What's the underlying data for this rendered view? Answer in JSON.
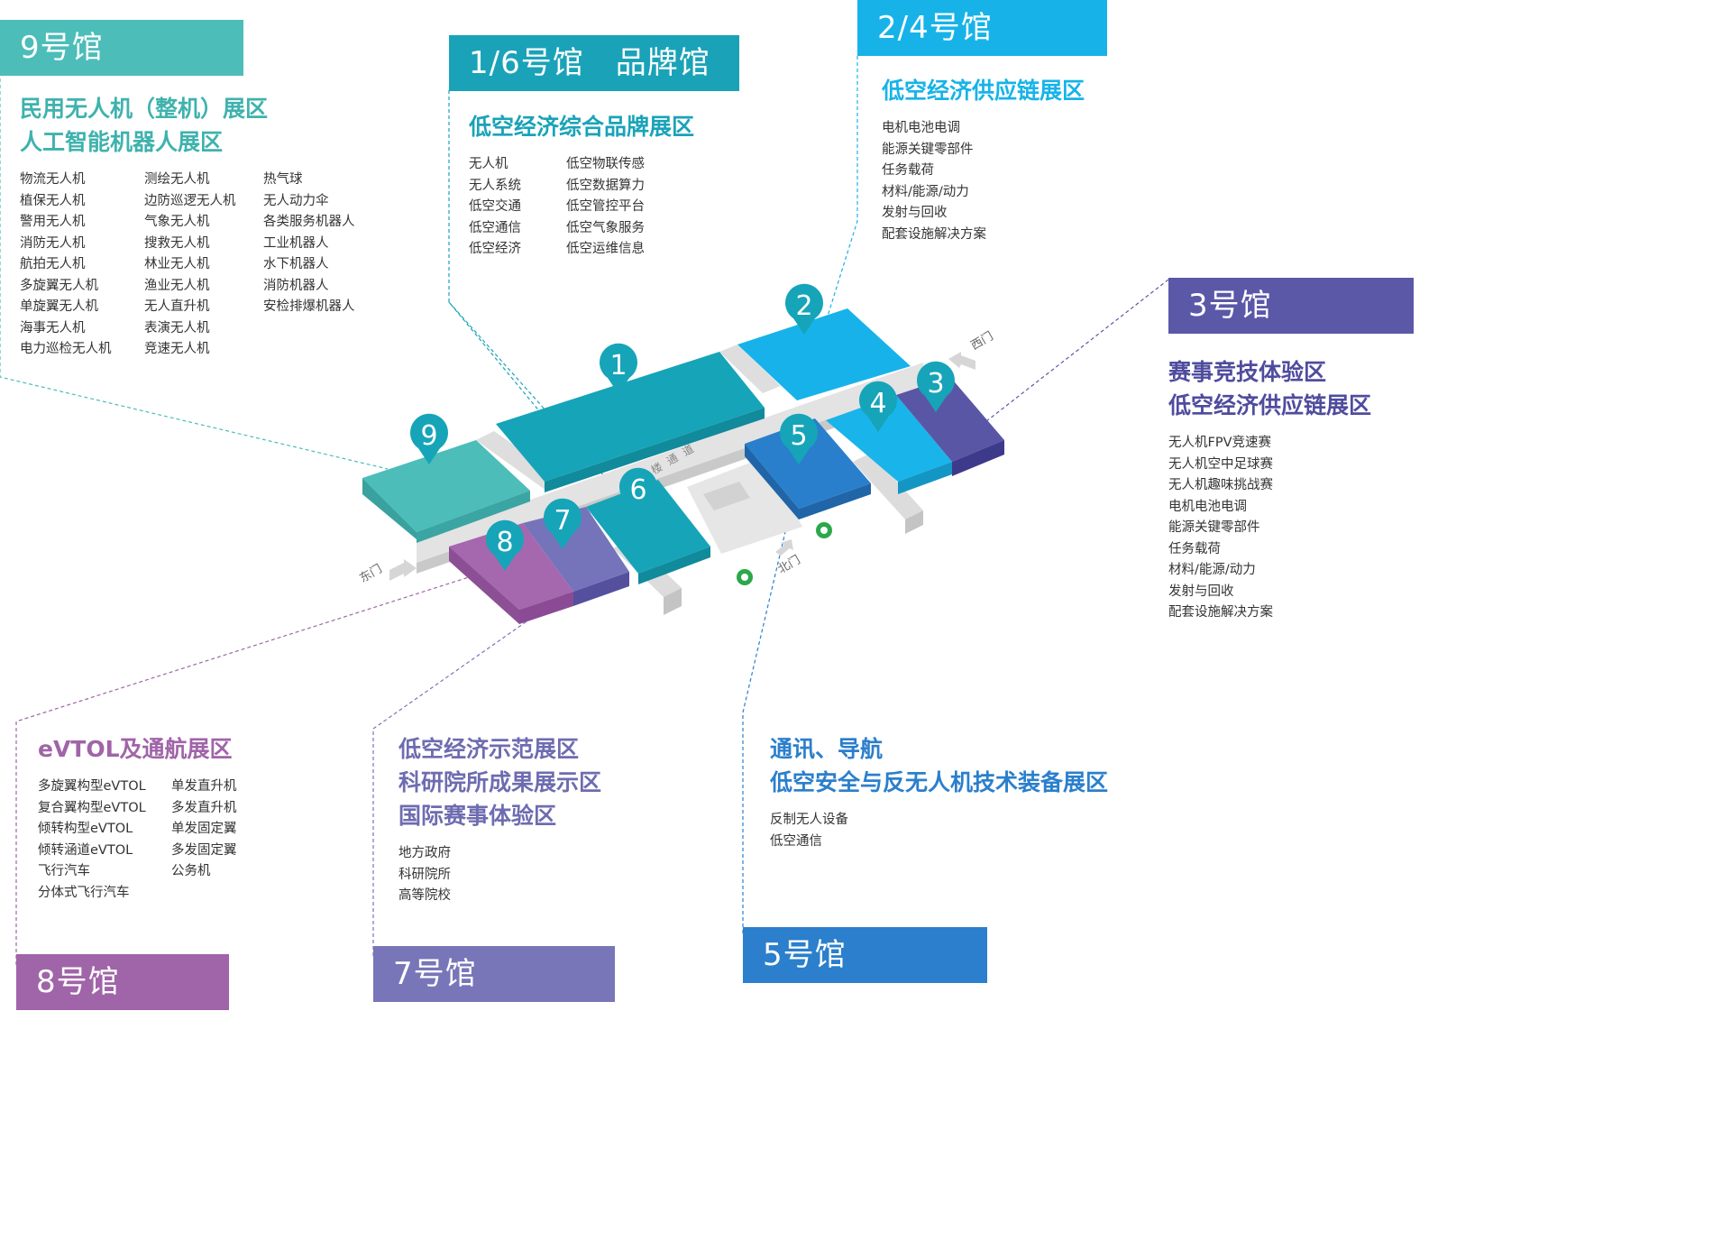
{
  "halls": {
    "h9": {
      "tab": "9号馆",
      "color": "#4cbdb9",
      "titles": [
        "民用无人机（整机）展区",
        "人工智能机器人展区"
      ],
      "columns": [
        [
          "物流无人机",
          "植保无人机",
          "警用无人机",
          "消防无人机",
          "航拍无人机",
          "多旋翼无人机",
          "单旋翼无人机",
          "海事无人机",
          "电力巡检无人机"
        ],
        [
          "测绘无人机",
          "边防巡逻无人机",
          "气象无人机",
          "搜救无人机",
          "林业无人机",
          "渔业无人机",
          "无人直升机",
          "表演无人机",
          "竞速无人机"
        ],
        [
          "热气球",
          "无人动力伞",
          "各类服务机器人",
          "工业机器人",
          "水下机器人",
          "消防机器人",
          "安检排爆机器人"
        ]
      ]
    },
    "h16": {
      "tab": "1/6号馆　品牌馆",
      "color": "#1aa3b8",
      "titles": [
        "低空经济综合品牌展区"
      ],
      "columns": [
        [
          "无人机",
          "无人系统",
          "低空交通",
          "低空通信",
          "低空经济"
        ],
        [
          "低空物联传感",
          "低空数据算力",
          "低空管控平台",
          "低空气象服务",
          "低空运维信息"
        ]
      ]
    },
    "h24": {
      "tab": "2/4号馆",
      "color": "#17b3e8",
      "titles": [
        "低空经济供应链展区"
      ],
      "columns": [
        [
          "电机电池电调",
          "能源关键零部件",
          "任务载荷",
          "材料/能源/动力",
          "发射与回收",
          "配套设施解决方案"
        ]
      ]
    },
    "h3": {
      "tab": "3号馆",
      "color": "#5b58a8",
      "titles": [
        "赛事竞技体验区",
        "低空经济供应链展区"
      ],
      "columns": [
        [
          "无人机FPV竞速赛",
          "无人机空中足球赛",
          "无人机趣味挑战赛",
          "电机电池电调",
          "能源关键零部件",
          "任务载荷",
          "材料/能源/动力",
          "发射与回收",
          "配套设施解决方案"
        ]
      ]
    },
    "h8": {
      "tab": "8号馆",
      "color": "#a064a8",
      "titles": [
        "eVTOL及通航展区"
      ],
      "columns": [
        [
          "多旋翼构型eVTOL",
          "复合翼构型eVTOL",
          "倾转构型eVTOL",
          "倾转涵道eVTOL",
          "飞行汽车",
          "分体式飞行汽车"
        ],
        [
          "单发直升机",
          "多发直升机",
          "单发固定翼",
          "多发固定翼",
          "公务机"
        ]
      ]
    },
    "h7": {
      "tab": "7号馆",
      "color": "#7876b8",
      "titles": [
        "低空经济示范展区",
        "科研院所成果展示区",
        "国际赛事体验区"
      ],
      "columns": [
        [
          "地方政府",
          "科研院所",
          "高等院校"
        ]
      ]
    },
    "h5": {
      "tab": "5号馆",
      "color": "#2b7fcc",
      "titles": [
        "通讯、导航",
        "低空安全与反无人机技术装备展区"
      ],
      "columns": [
        [
          "反制无人设备",
          "低空通信"
        ]
      ]
    }
  },
  "map": {
    "pins": [
      "1",
      "2",
      "3",
      "4",
      "5",
      "6",
      "7",
      "8",
      "9"
    ],
    "gates": {
      "east": "东门",
      "west": "西门",
      "north": "北门"
    },
    "corridor": "二楼通道"
  }
}
